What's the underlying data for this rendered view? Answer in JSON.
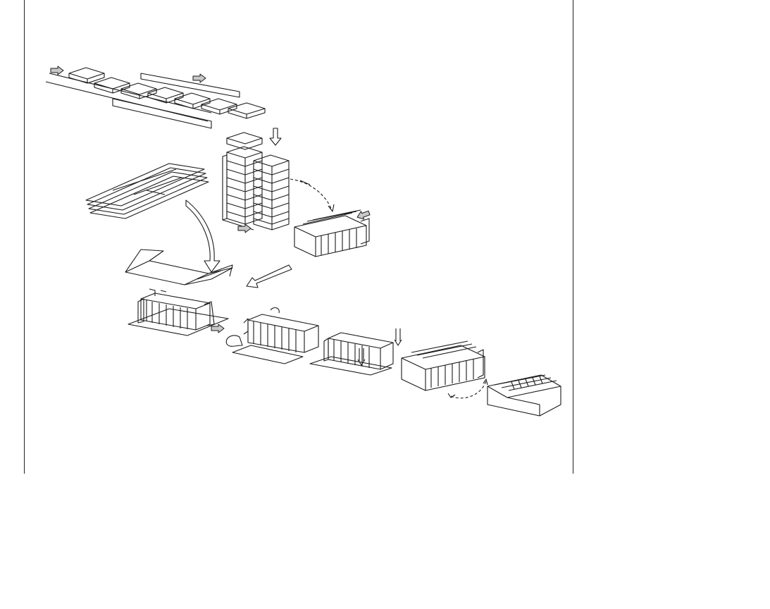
{
  "figure": {
    "kind": "patent-style process drawing",
    "stages": [
      "conveyor-with-flat-blocks",
      "stacking-columns",
      "batch-rotated-to-horizontal",
      "flat-folded-carton-blanks",
      "carton-blank-opened",
      "batch-placed-on-blank",
      "flaps-folding",
      "flaps-glued",
      "carton-closing",
      "closed-carton"
    ],
    "line_color": "#1a1a1a",
    "arrow_fill": "#bdbdbd",
    "background": "#ffffff"
  }
}
